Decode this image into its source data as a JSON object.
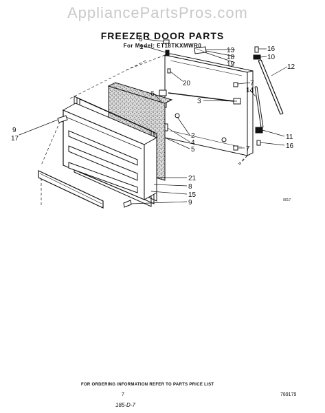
{
  "watermark": "AppliancePartsPros.com",
  "title": "FREEZER DOOR PARTS",
  "subtitle": "For Model: ET18TKXMWR0",
  "callouts": [
    {
      "id": "c6a",
      "text": "6"
    },
    {
      "id": "c1",
      "text": "1"
    },
    {
      "id": "c13",
      "text": "13"
    },
    {
      "id": "c18",
      "text": "18"
    },
    {
      "id": "c19",
      "text": "19"
    },
    {
      "id": "c16a",
      "text": "16"
    },
    {
      "id": "c10",
      "text": "10"
    },
    {
      "id": "c12",
      "text": "12"
    },
    {
      "id": "c20",
      "text": "20"
    },
    {
      "id": "c7a",
      "text": "7"
    },
    {
      "id": "c14",
      "text": "14"
    },
    {
      "id": "c3",
      "text": "3"
    },
    {
      "id": "c6b",
      "text": "6"
    },
    {
      "id": "c2",
      "text": "2"
    },
    {
      "id": "c4",
      "text": "4"
    },
    {
      "id": "c5",
      "text": "5"
    },
    {
      "id": "c11",
      "text": "11"
    },
    {
      "id": "c16b",
      "text": "16"
    },
    {
      "id": "c7b",
      "text": "7"
    },
    {
      "id": "c9a",
      "text": "9"
    },
    {
      "id": "c17",
      "text": "17"
    },
    {
      "id": "c21",
      "text": "21"
    },
    {
      "id": "c8",
      "text": "8"
    },
    {
      "id": "c15",
      "text": "15"
    },
    {
      "id": "c9b",
      "text": "9"
    }
  ],
  "figure_code": "9017",
  "footer_note": "FOR ORDERING INFORMATION REFER TO PARTS PRICE LIST",
  "page_number": "7",
  "doc_number": "789179",
  "handwritten_code": "185-D-7"
}
